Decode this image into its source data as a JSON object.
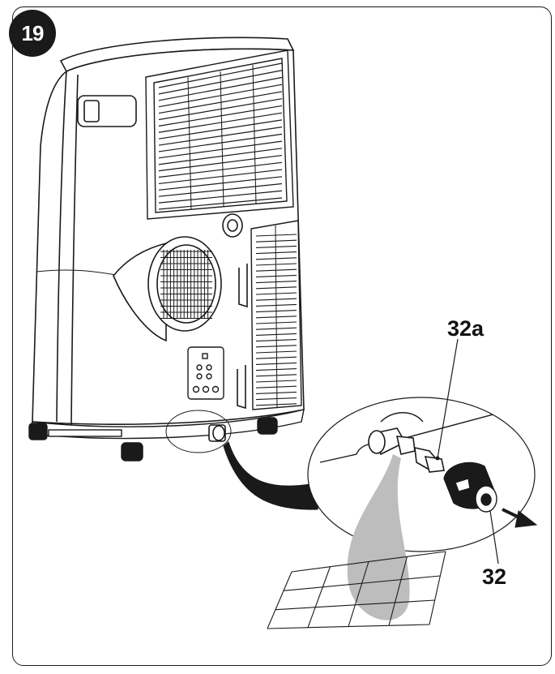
{
  "figure": {
    "step_number": "19",
    "labels": {
      "drain_plug_insert": "32a",
      "drain_cap": "32"
    }
  },
  "colors": {
    "line": "#1a1a1a",
    "water": "#bdbdbd",
    "badge": "#1a1a1a",
    "background": "#ffffff"
  }
}
